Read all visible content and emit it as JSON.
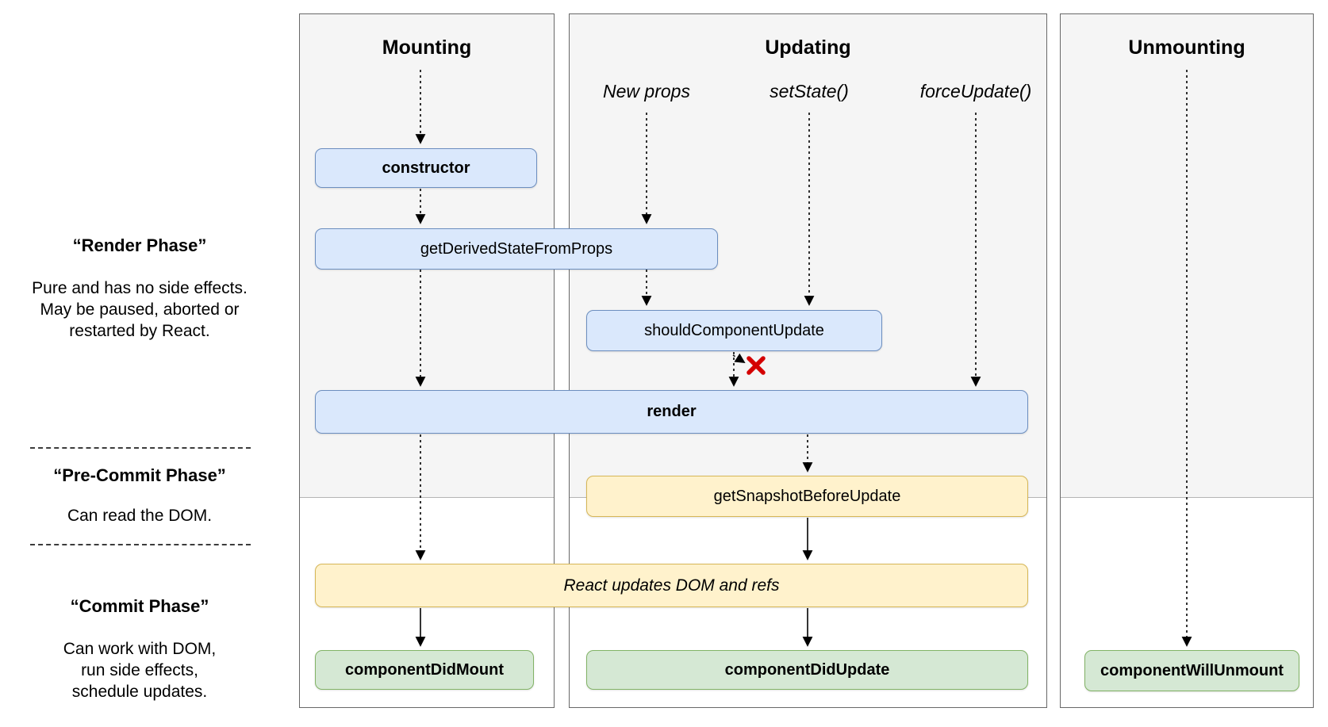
{
  "phases": {
    "render": {
      "title": "“Render Phase”",
      "lines": [
        "Pure and has no side effects.",
        "May be paused, aborted or",
        "restarted by React."
      ]
    },
    "pre_commit": {
      "title": "“Pre-Commit Phase”",
      "lines": [
        "Can read the DOM."
      ]
    },
    "commit": {
      "title": "“Commit Phase”",
      "lines": [
        "Can work with DOM,",
        "run side effects,",
        "schedule updates."
      ]
    }
  },
  "columns": {
    "mounting": {
      "title": "Mounting"
    },
    "updating": {
      "title": "Updating",
      "triggers": [
        "New props",
        "setState()",
        "forceUpdate()"
      ]
    },
    "unmounting": {
      "title": "Unmounting"
    }
  },
  "nodes": {
    "constructor": "constructor",
    "get_derived_state_from_props": "getDerivedStateFromProps",
    "should_component_update": "shouldComponentUpdate",
    "render": "render",
    "get_snapshot_before_update": "getSnapshotBeforeUpdate",
    "react_updates_dom": "React updates DOM and refs",
    "component_did_mount": "componentDidMount",
    "component_did_update": "componentDidUpdate",
    "component_will_unmount": "componentWillUnmount"
  },
  "colors": {
    "lifecycle_method_fill": "#dae8fc",
    "lifecycle_method_border": "#6c8ebf",
    "dom_update_fill": "#fff2cc",
    "dom_update_border": "#d6b656",
    "commit_method_fill": "#d5e8d4",
    "commit_method_border": "#82b366",
    "column_fill": "#f5f5f5",
    "column_border": "#686868",
    "cancel_x": "#d40000"
  }
}
